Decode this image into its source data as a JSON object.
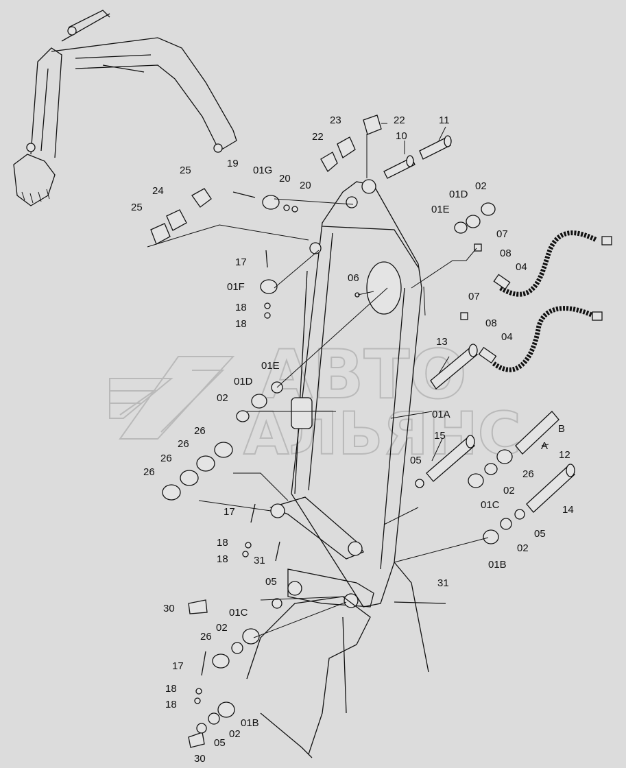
{
  "watermark": {
    "line1": "АВТО",
    "line2": "АЛЬЯНС"
  },
  "callouts": [
    {
      "id": "c-10",
      "text": "10"
    },
    {
      "id": "c-11",
      "text": "11"
    },
    {
      "id": "c-22a",
      "text": "22"
    },
    {
      "id": "c-23",
      "text": "23"
    },
    {
      "id": "c-22b",
      "text": "22"
    },
    {
      "id": "c-19",
      "text": "19"
    },
    {
      "id": "c-01G",
      "text": "01G"
    },
    {
      "id": "c-20a",
      "text": "20"
    },
    {
      "id": "c-20b",
      "text": "20"
    },
    {
      "id": "c-25a",
      "text": "25"
    },
    {
      "id": "c-24",
      "text": "24"
    },
    {
      "id": "c-25b",
      "text": "25"
    },
    {
      "id": "c-01D-top",
      "text": "01D"
    },
    {
      "id": "c-02-top",
      "text": "02"
    },
    {
      "id": "c-01E-top",
      "text": "01E"
    },
    {
      "id": "c-07a",
      "text": "07"
    },
    {
      "id": "c-08a",
      "text": "08"
    },
    {
      "id": "c-04a",
      "text": "04"
    },
    {
      "id": "c-17a",
      "text": "17"
    },
    {
      "id": "c-01F",
      "text": "01F"
    },
    {
      "id": "c-06",
      "text": "06"
    },
    {
      "id": "c-18a",
      "text": "18"
    },
    {
      "id": "c-18b",
      "text": "18"
    },
    {
      "id": "c-07b",
      "text": "07"
    },
    {
      "id": "c-08b",
      "text": "08"
    },
    {
      "id": "c-04b",
      "text": "04"
    },
    {
      "id": "c-13",
      "text": "13"
    },
    {
      "id": "c-01E-mid",
      "text": "01E"
    },
    {
      "id": "c-01D-mid",
      "text": "01D"
    },
    {
      "id": "c-02-mid",
      "text": "02"
    },
    {
      "id": "c-01A",
      "text": "01A"
    },
    {
      "id": "c-B",
      "text": "B"
    },
    {
      "id": "c-A",
      "text": "A"
    },
    {
      "id": "c-12",
      "text": "12"
    },
    {
      "id": "c-15",
      "text": "15"
    },
    {
      "id": "c-26a",
      "text": "26"
    },
    {
      "id": "c-26b",
      "text": "26"
    },
    {
      "id": "c-26c",
      "text": "26"
    },
    {
      "id": "c-26d",
      "text": "26"
    },
    {
      "id": "c-05a",
      "text": "05"
    },
    {
      "id": "c-26e",
      "text": "26"
    },
    {
      "id": "c-02b",
      "text": "02"
    },
    {
      "id": "c-01C",
      "text": "01C"
    },
    {
      "id": "c-14",
      "text": "14"
    },
    {
      "id": "c-17b",
      "text": "17"
    },
    {
      "id": "c-05b",
      "text": "05"
    },
    {
      "id": "c-02c",
      "text": "02"
    },
    {
      "id": "c-01B",
      "text": "01B"
    },
    {
      "id": "c-18c",
      "text": "18"
    },
    {
      "id": "c-18d",
      "text": "18"
    },
    {
      "id": "c-31a",
      "text": "31"
    },
    {
      "id": "c-31b",
      "text": "31"
    },
    {
      "id": "c-05c",
      "text": "05"
    },
    {
      "id": "c-30a",
      "text": "30"
    },
    {
      "id": "c-01C-low",
      "text": "01C"
    },
    {
      "id": "c-02d",
      "text": "02"
    },
    {
      "id": "c-26f",
      "text": "26"
    },
    {
      "id": "c-17c",
      "text": "17"
    },
    {
      "id": "c-18e",
      "text": "18"
    },
    {
      "id": "c-18f",
      "text": "18"
    },
    {
      "id": "c-01B-low",
      "text": "01B"
    },
    {
      "id": "c-02e",
      "text": "02"
    },
    {
      "id": "c-05d",
      "text": "05"
    },
    {
      "id": "c-30b",
      "text": "30"
    }
  ]
}
